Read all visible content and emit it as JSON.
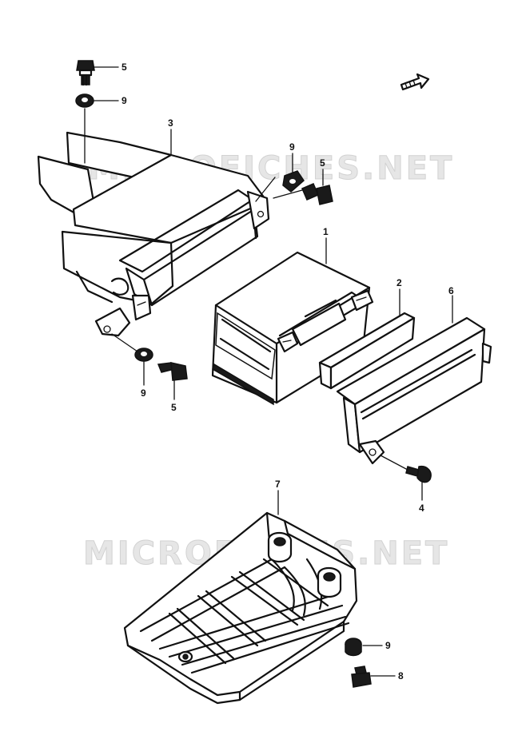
{
  "watermark_text": "MICROFICHES.NET",
  "callouts": {
    "c_5_top": "5",
    "c_9_top": "9",
    "c_3": "3",
    "c_9_mid": "9",
    "c_5_mid": "5",
    "c_1": "1",
    "c_2": "2",
    "c_6": "6",
    "c_9_low": "9",
    "c_5_low": "5",
    "c_4": "4",
    "c_7": "7",
    "c_9_bottom": "9",
    "c_8": "8"
  },
  "parts": [
    {
      "ref": "1",
      "name": "battery"
    },
    {
      "ref": "2",
      "name": "pad"
    },
    {
      "ref": "3",
      "name": "battery-case"
    },
    {
      "ref": "4",
      "name": "screw"
    },
    {
      "ref": "5",
      "name": "bolt"
    },
    {
      "ref": "6",
      "name": "cover"
    },
    {
      "ref": "7",
      "name": "under-cover-plate"
    },
    {
      "ref": "8",
      "name": "bolt"
    },
    {
      "ref": "9",
      "name": "washer"
    }
  ],
  "icons": {
    "front_arrow": "front-direction-arrow-icon"
  }
}
